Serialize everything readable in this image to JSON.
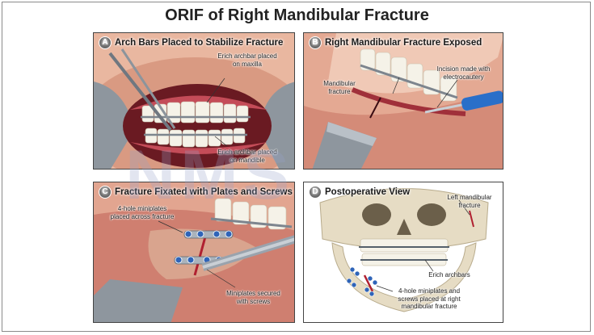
{
  "title": "ORIF of Right Mandibular Fracture",
  "watermark": "NMS",
  "panels": {
    "a": {
      "letter": "A",
      "title": "Arch Bars Placed to Stabilize Fracture",
      "label_maxilla": "Erich archbar placed\non maxilla",
      "label_mandible": "Erich archbar placed\non mandible"
    },
    "b": {
      "letter": "B",
      "title": "Right Mandibular Fracture Exposed",
      "label_fracture": "Mandibular\nfracture",
      "label_incision": "Incision made with\nelectrocautery"
    },
    "c": {
      "letter": "C",
      "title": "Fracture Fixated with Plates and Screws",
      "label_miniplates": "4-hole miniplates\nplaced across fracture",
      "label_screws": "Miniplates secured\nwith screws"
    },
    "d": {
      "letter": "D",
      "title": "Postoperative View",
      "label_left_fracture": "Left mandibular\nfracture",
      "label_archbars": "Erich archbars",
      "label_plates": "4-hole miniplates and\nscrews placed at right\nmandibular fracture"
    }
  },
  "colors": {
    "skin": "#e8b49a",
    "gum": "#b8404a",
    "tooth": "#f4f1e6",
    "metal": "#9aa3ad",
    "bone": "#e6dcc4",
    "accent_blue": "#2a6fc9"
  }
}
